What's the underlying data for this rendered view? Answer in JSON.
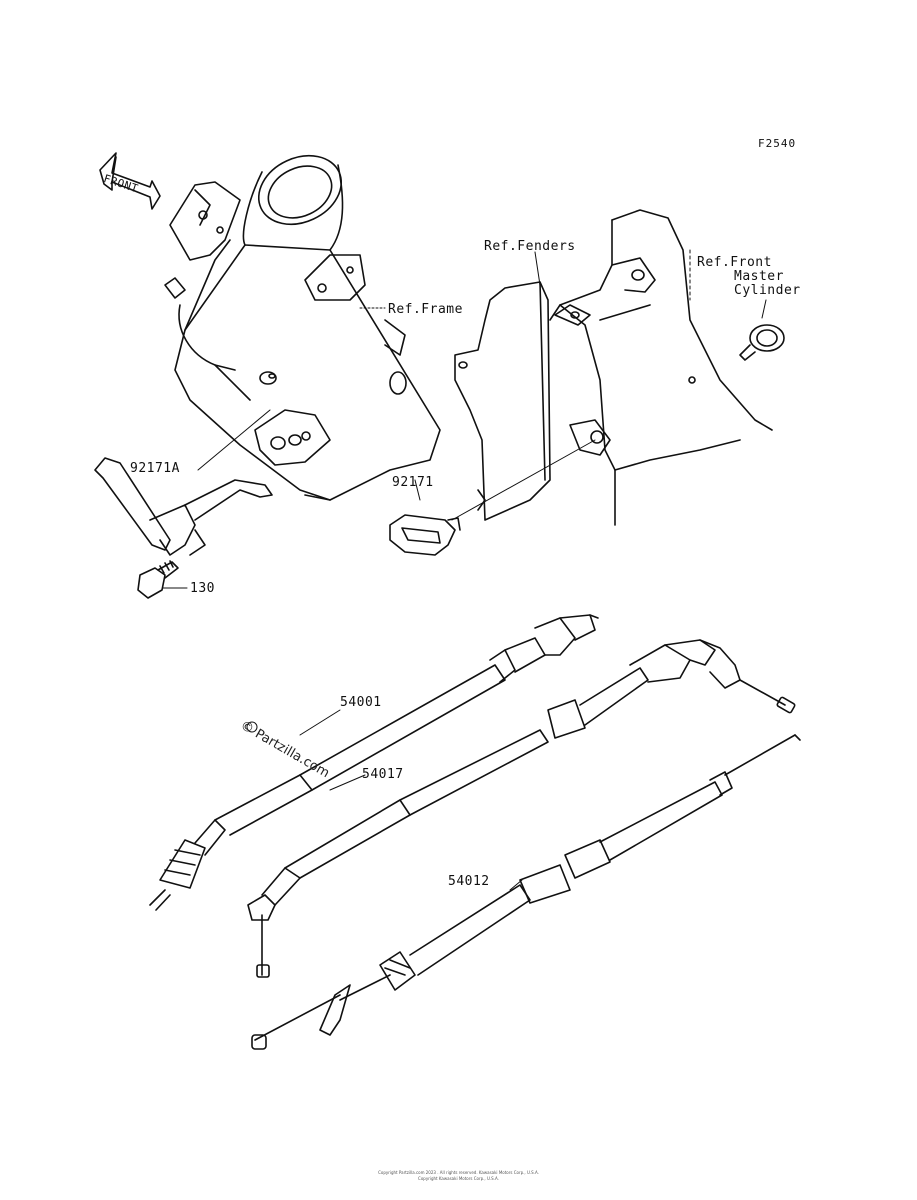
{
  "figure_code": "F2540",
  "front_arrow_text": "FRONT",
  "labels": {
    "ref_frame": "Ref.Frame",
    "ref_fenders": "Ref.Fenders",
    "ref_front_master_cylinder": [
      "Ref.Front",
      "Master",
      "Cylinder"
    ],
    "part_92171a": "92171A",
    "part_92171": "92171",
    "part_130": "130",
    "part_54001": "54001",
    "part_54017": "54017",
    "part_54012": "54012"
  },
  "watermark": "© Partzilla.com",
  "copyright_lines": [
    "Copyright Partzilla.com 2023 . All rights reserved. Kawasaki Motors Corp., U.S.A.",
    "Copyright Kawasaki Motors Corp., U.S.A."
  ]
}
